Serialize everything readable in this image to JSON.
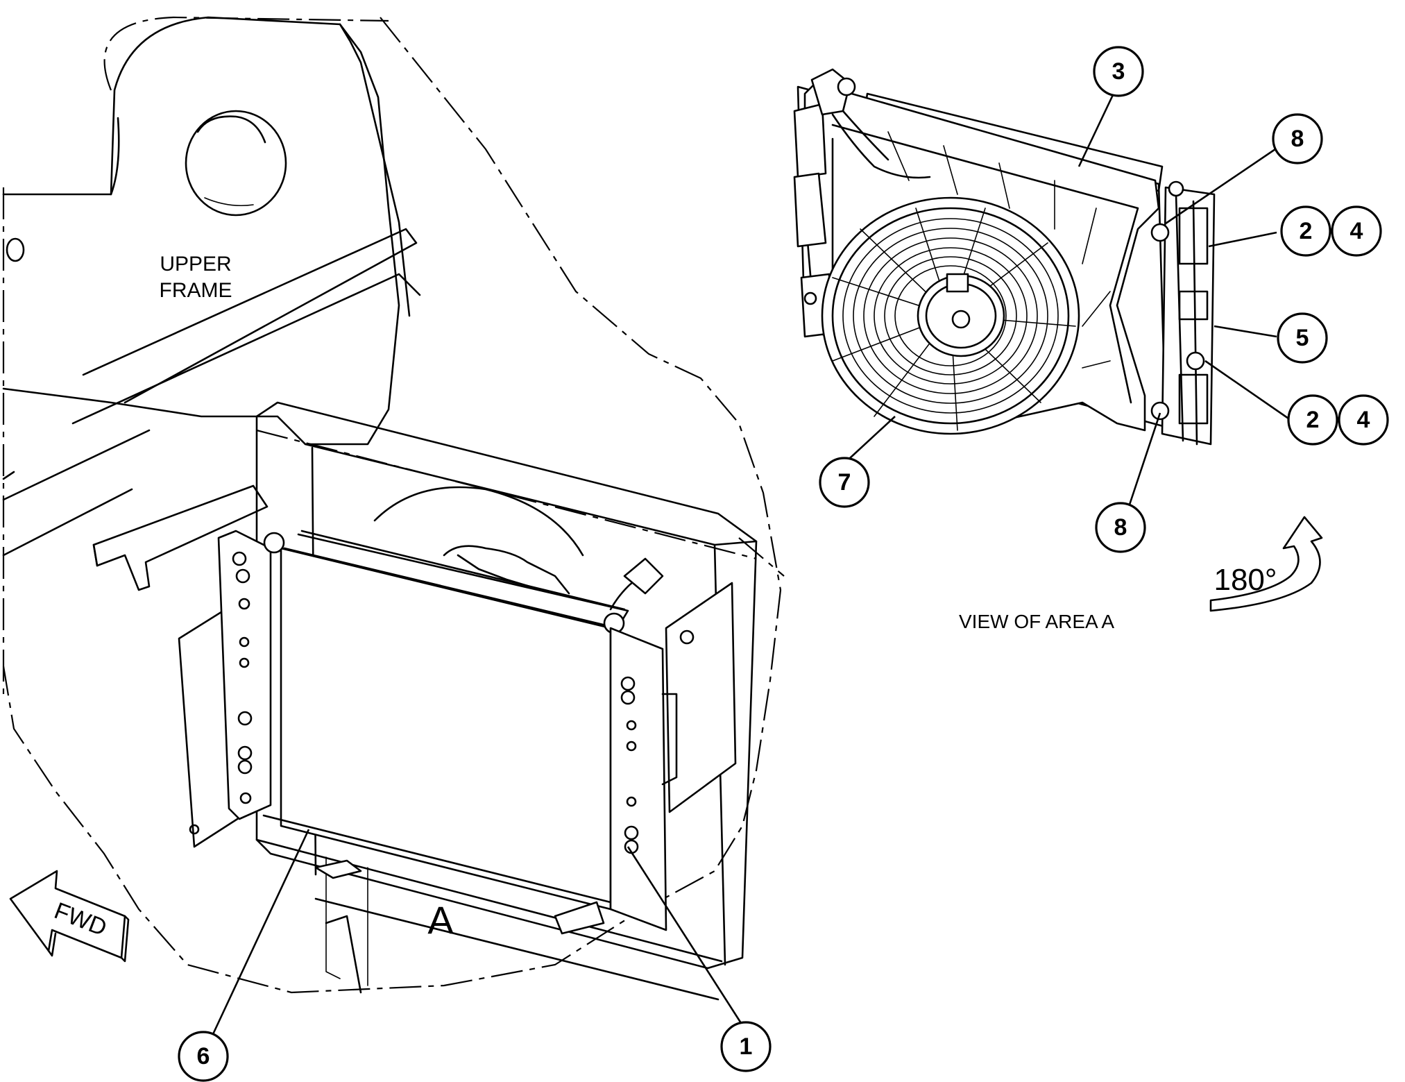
{
  "labels": {
    "upper_frame_line1": "UPPER",
    "upper_frame_line2": "FRAME",
    "area_letter": "A",
    "view_caption": "VIEW OF AREA  A",
    "rotation": "180°",
    "fwd": "FWD"
  },
  "callouts": [
    "1",
    "2",
    "4",
    "5",
    "2",
    "4",
    "6",
    "7",
    "8",
    "8",
    "3"
  ]
}
